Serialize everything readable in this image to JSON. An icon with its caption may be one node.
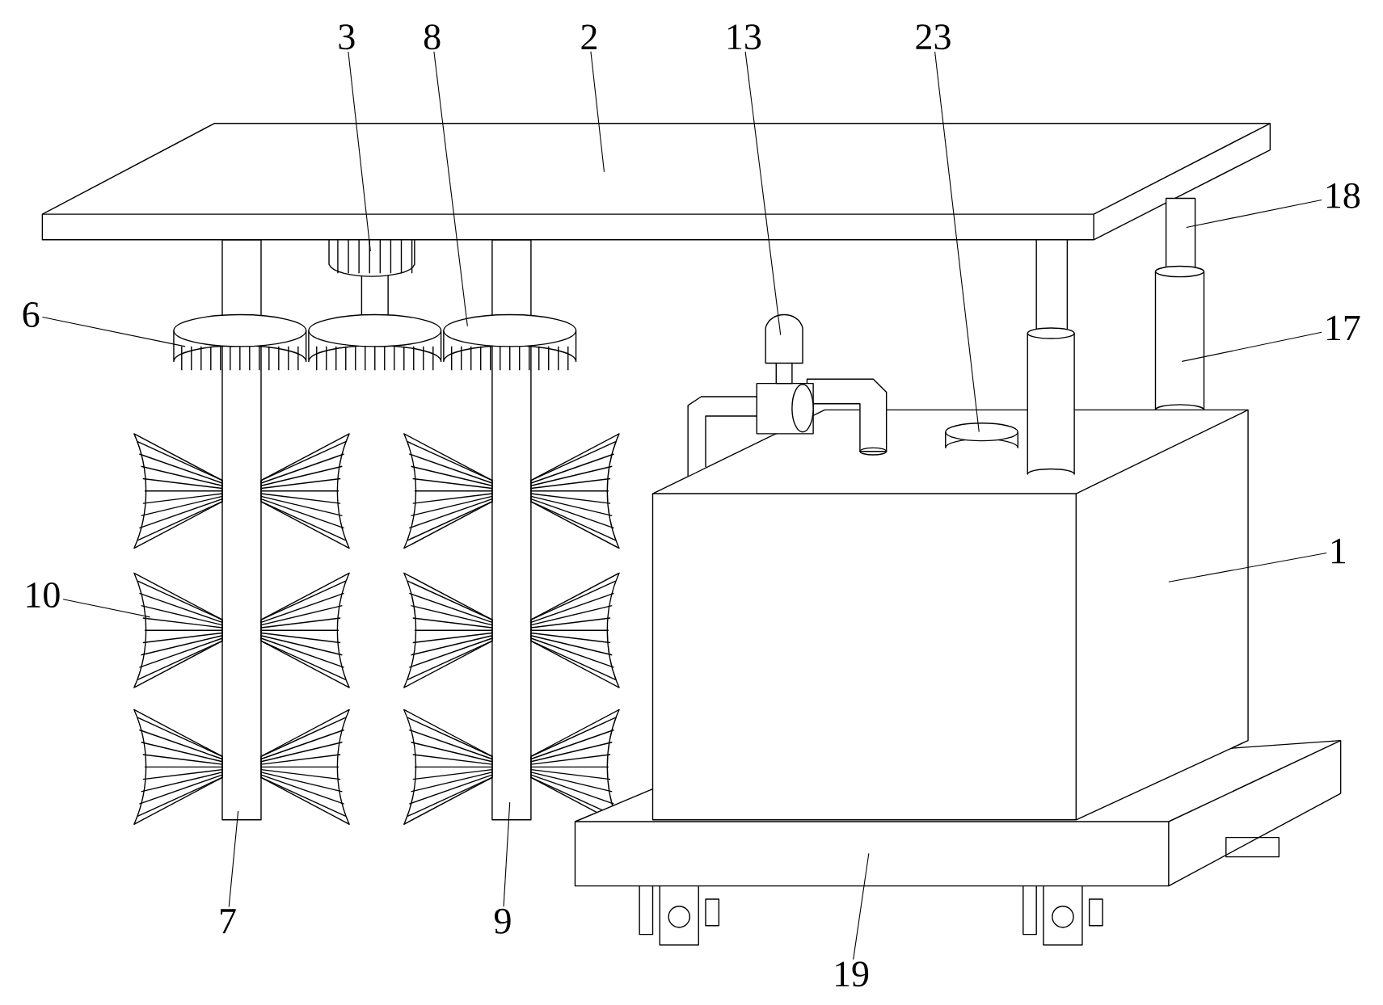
{
  "diagram": {
    "nodes": [
      {
        "text": [
          "3"
        ]
      },
      {
        "text": [
          "8"
        ]
      },
      {
        "text": [
          "2"
        ]
      },
      {
        "text": [
          "13"
        ]
      },
      {
        "text": [
          "23"
        ]
      },
      {
        "text": [
          "18"
        ]
      },
      {
        "text": [
          "6"
        ]
      },
      {
        "text": [
          "17"
        ]
      },
      {
        "text": [
          "1"
        ]
      },
      {
        "text": [
          "10"
        ]
      },
      {
        "text": [
          "7"
        ]
      },
      {
        "text": [
          "9"
        ]
      },
      {
        "text": [
          "19"
        ]
      }
    ],
    "edges": [
      {
        "from": 0,
        "to": null,
        "arrow": "none"
      },
      {
        "from": 1,
        "to": null,
        "arrow": "none"
      },
      {
        "from": 2,
        "to": null,
        "arrow": "none"
      },
      {
        "from": 3,
        "to": null,
        "arrow": "none"
      },
      {
        "from": 4,
        "to": null,
        "arrow": "none"
      },
      {
        "from": 5,
        "to": null,
        "arrow": "none"
      },
      {
        "from": 6,
        "to": null,
        "arrow": "none"
      },
      {
        "from": 7,
        "to": null,
        "arrow": "none"
      },
      {
        "from": 8,
        "to": null,
        "arrow": "none"
      },
      {
        "from": 9,
        "to": null,
        "arrow": "none"
      },
      {
        "from": 10,
        "to": null,
        "arrow": "none"
      },
      {
        "from": 11,
        "to": null,
        "arrow": "none"
      },
      {
        "from": 12,
        "to": null,
        "arrow": "none"
      }
    ]
  }
}
